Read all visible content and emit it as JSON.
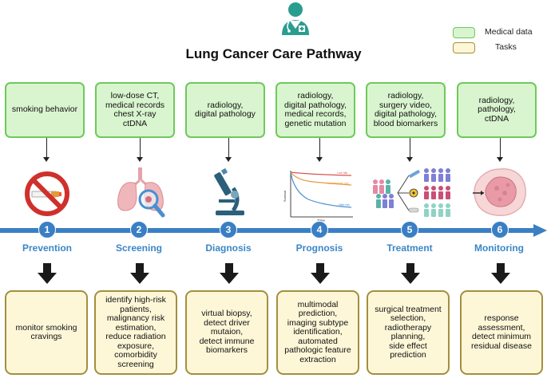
{
  "title": "Lung Cancer Care Pathway",
  "legend": {
    "medical_data": "Medical data",
    "tasks": "Tasks"
  },
  "stages": [
    {
      "number": "1",
      "name": "Prevention",
      "data": "smoking behavior",
      "tasks": "monitor smoking\ncravings",
      "icon": "no-smoking-icon"
    },
    {
      "number": "2",
      "name": "Screening",
      "data": "low-dose CT,\nmedical records\nchest X-ray\nctDNA",
      "tasks": "identify high-risk\npatients,\nmalignancy risk\nestimation,\nreduce radiation\nexposure,\ncomorbidity\nscreening",
      "icon": "lungs-magnifier-icon"
    },
    {
      "number": "3",
      "name": "Diagnosis",
      "data": "radiology,\ndigital pathology",
      "tasks": "virtual biopsy,\ndetect driver\nmutaion,\ndetect immune\nbiomarkers",
      "icon": "microscope-icon"
    },
    {
      "number": "4",
      "name": "Prognosis",
      "data": "radiology,\ndigital pathology,\nmedical records,\ngenetic mutation",
      "tasks": "multimodal\nprediction,\nimaging subtype\nidentification,\nautomated\npathologic feature\nextraction",
      "icon": "survival-chart-icon"
    },
    {
      "number": "5",
      "name": "Treatment",
      "data": "radiology,\nsurgery video,\ndigital pathology,\nblood biomarkers",
      "tasks": "surgical treatment\nselection,\nradiotherapy\nplanning,\nside effect\nprediction",
      "icon": "patient-groups-icon"
    },
    {
      "number": "6",
      "name": "Monitoring",
      "data": "radiology,\npathology,\nctDNA",
      "tasks": "response\nassessment,\ndetect minimum\nresidual disease",
      "icon": "tumor-cell-icon"
    }
  ],
  "survival_chart": {
    "ylabel": "Survival",
    "xlabel": "Time",
    "curves": [
      "Low risk",
      "Intermediate risk",
      "High risk"
    ]
  },
  "colors": {
    "data_fill": "#d9f5cf",
    "data_border": "#6ec95b",
    "task_fill": "#fdf7d8",
    "task_border": "#a38f3e",
    "timeline": "#3a7fc4",
    "stage_label": "#3b86c6"
  }
}
